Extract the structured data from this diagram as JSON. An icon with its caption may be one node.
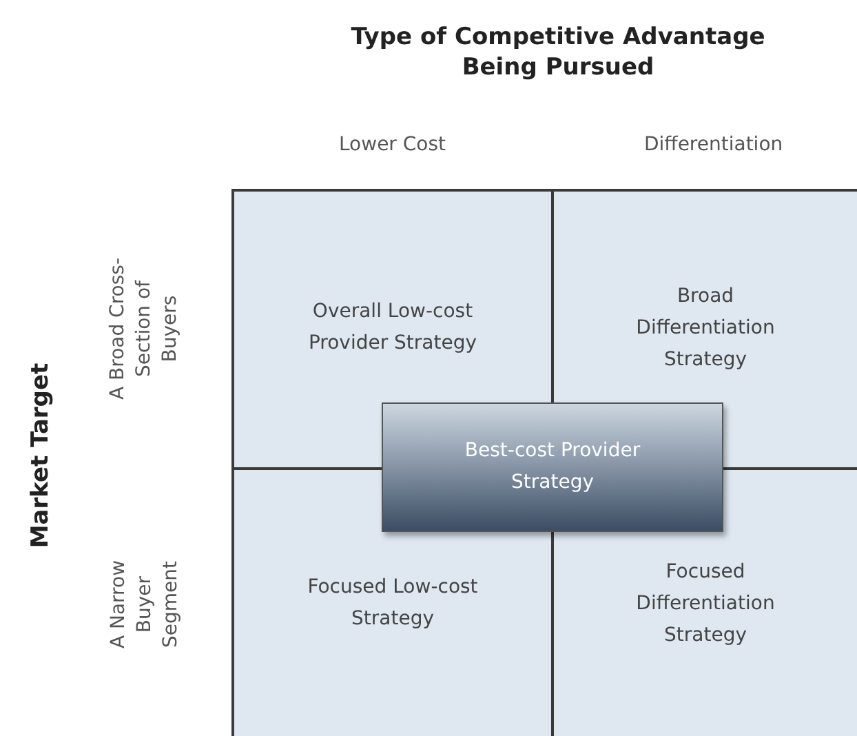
{
  "diagram": {
    "title": "Type of Competitive Advantage Being Pursued",
    "nodes": [
      {
        "text": [
          "Overall Low-cost Provider Strategy"
        ]
      },
      {
        "text": [
          "Broad Differentiation Strategy"
        ]
      },
      {
        "text": [
          "Focused Low-cost Strategy"
        ]
      },
      {
        "text": [
          "Focused Differentiation Strategy"
        ]
      },
      {
        "text": [
          "Best-cost Provider Strategy"
        ]
      }
    ],
    "labels": [
      "Lower Cost",
      "Differentiation",
      "Market Target",
      "A Broad Cross-Section of Buyers",
      "A Narrow Buyer Segment"
    ]
  }
}
